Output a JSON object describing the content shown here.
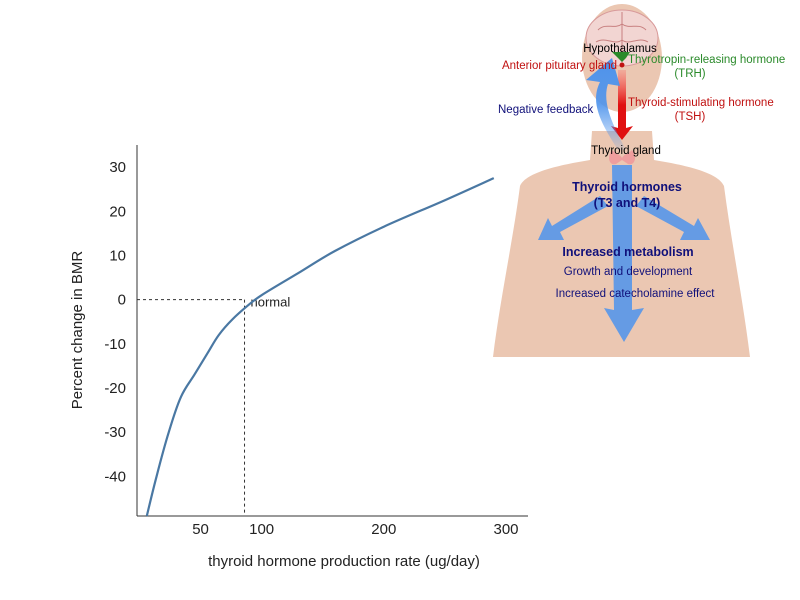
{
  "chart_data": {
    "type": "line",
    "title": "",
    "xlabel": "thyroid hormone production rate (ug/day)",
    "ylabel": "Percent change in BMR",
    "xlim": [
      -2,
      318
    ],
    "ylim": [
      -49,
      35
    ],
    "x_ticks": [
      50,
      100,
      200,
      300
    ],
    "y_ticks": [
      30,
      20,
      10,
      0,
      -10,
      -20,
      -30,
      -40
    ],
    "grid": false,
    "series": [
      {
        "x": [
          6,
          14,
          24,
          34,
          45,
          56,
          65,
          76,
          88,
          100,
          130,
          160,
          200,
          250,
          290
        ],
        "y": [
          -49,
          -40,
          -30,
          -22,
          -17,
          -12,
          -8,
          -4.5,
          -1.5,
          1,
          6,
          11,
          16.5,
          22.5,
          27.5
        ],
        "color": "#4a78a3"
      }
    ],
    "reference": {
      "x": 86,
      "y": 0,
      "label": "normal"
    }
  },
  "diagram": {
    "hypothalamus": "Hypothalamus",
    "anterior_pituitary": "Anterior pituitary gland",
    "trh_line1": "Thyrotropin-releasing hormone",
    "trh_line2": "(TRH)",
    "negative_feedback": "Negative feedback",
    "tsh_line1": "Thyroid-stimulating hormone",
    "tsh_line2": "(TSH)",
    "thyroid_gland": "Thyroid gland",
    "hormones_line1": "Thyroid hormones",
    "hormones_line2": "(T3 and T4)",
    "increased_metabolism": "Increased metabolism",
    "growth": "Growth and development",
    "catecholamine": "Increased catecholamine effect",
    "colors": {
      "skin": "#ebc7b2",
      "arrow_blue": "#4d93ec",
      "tsh_red": "#e01010",
      "trh_green": "#2a8a2a",
      "navy": "#10107a"
    }
  }
}
